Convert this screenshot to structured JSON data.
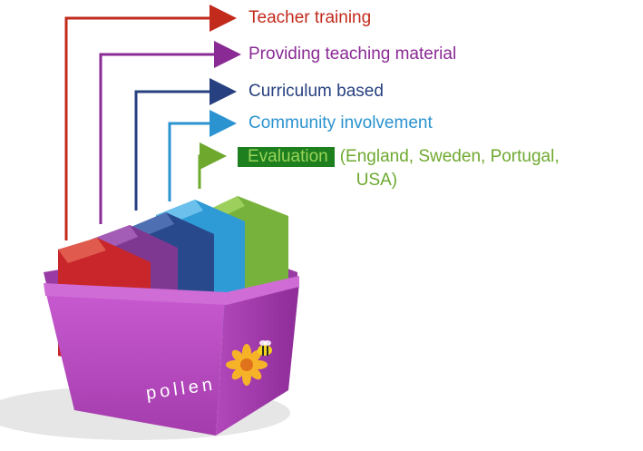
{
  "colors": {
    "teacher_training": "#c22a1c",
    "teaching_material": "#8a2a95",
    "curriculum": "#27407f",
    "community": "#2b93cf",
    "evaluation": "#6ea92e",
    "evaluation_highlight": "#1d7f1d",
    "box": "#bd4fc6",
    "box_dark": "#9d35a6"
  },
  "labels": [
    {
      "key": "teacher_training",
      "text": "Teacher training"
    },
    {
      "key": "teaching_material",
      "text": "Providing teaching material"
    },
    {
      "key": "curriculum",
      "text": "Curriculum based"
    },
    {
      "key": "community",
      "text": "Community involvement"
    }
  ],
  "evaluation": {
    "label": "Evaluation",
    "countries_line1": "(England, Sweden, Portugal,",
    "countries_line2": "USA)"
  },
  "box": {
    "brand": "pollen"
  },
  "icons": {
    "flower": "flower-icon",
    "bee": "bee-icon"
  }
}
